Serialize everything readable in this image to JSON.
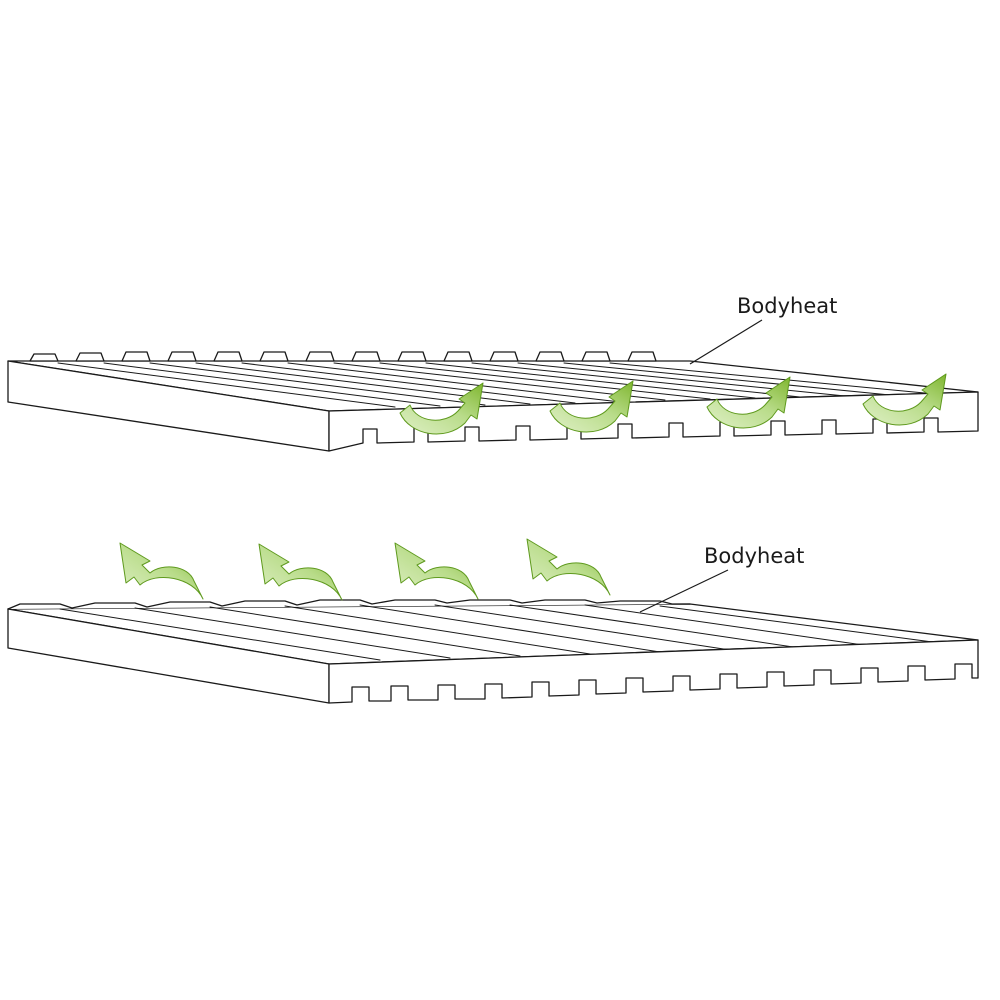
{
  "colors": {
    "line": "#1a1a1a",
    "panel": "#ffffff",
    "arrow_fill": "#b9dc8a",
    "arrow_tip": "#7fb62f",
    "arrow_stroke": "#5f9a1e"
  },
  "panels": [
    {
      "id": "grooved-underside",
      "callout": "Bodyheat",
      "arrow_icon": "heat-flow-arrow-icon",
      "arrow_count": 4
    },
    {
      "id": "grooved-top",
      "callout": "Bodyheat",
      "arrow_icon": "heat-flow-arrow-icon",
      "arrow_count": 4
    }
  ]
}
